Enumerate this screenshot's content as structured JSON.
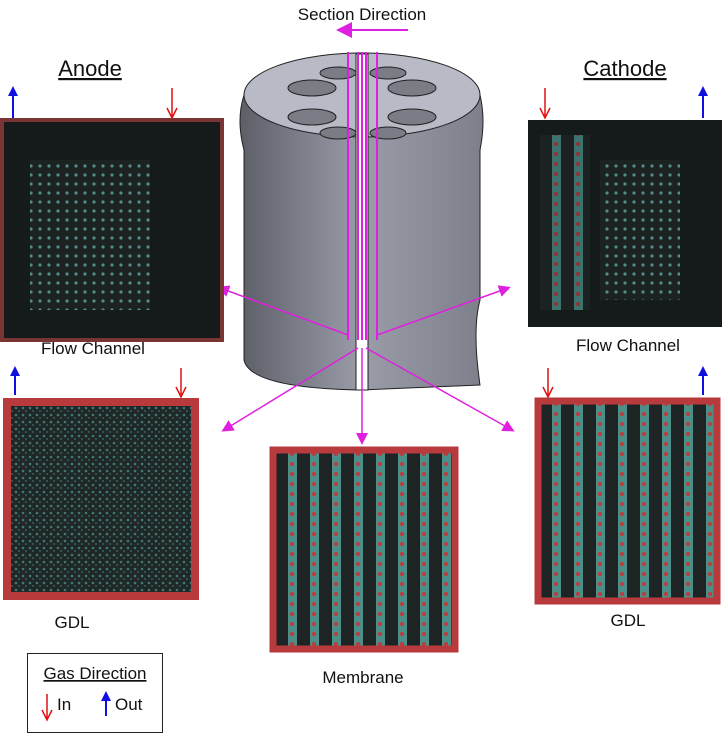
{
  "title": "Section Direction",
  "anode": {
    "heading": "Anode",
    "flow_channel_label": "Flow Channel",
    "gdl_label": "GDL"
  },
  "cathode": {
    "heading": "Cathode",
    "flow_channel_label": "Flow Channel",
    "gdl_label": "GDL"
  },
  "membrane": {
    "label": "Membrane"
  },
  "legend": {
    "title": "Gas Direction",
    "in_label": "In",
    "out_label": "Out"
  },
  "colors": {
    "in_arrow": "#e01010",
    "out_arrow": "#1010e0",
    "section_lines": "#e020e0",
    "cylinder": "#8a8c98",
    "image_bg": "#1a1f1f",
    "image_teal": "#4fa39a",
    "image_red": "#c0393b"
  }
}
